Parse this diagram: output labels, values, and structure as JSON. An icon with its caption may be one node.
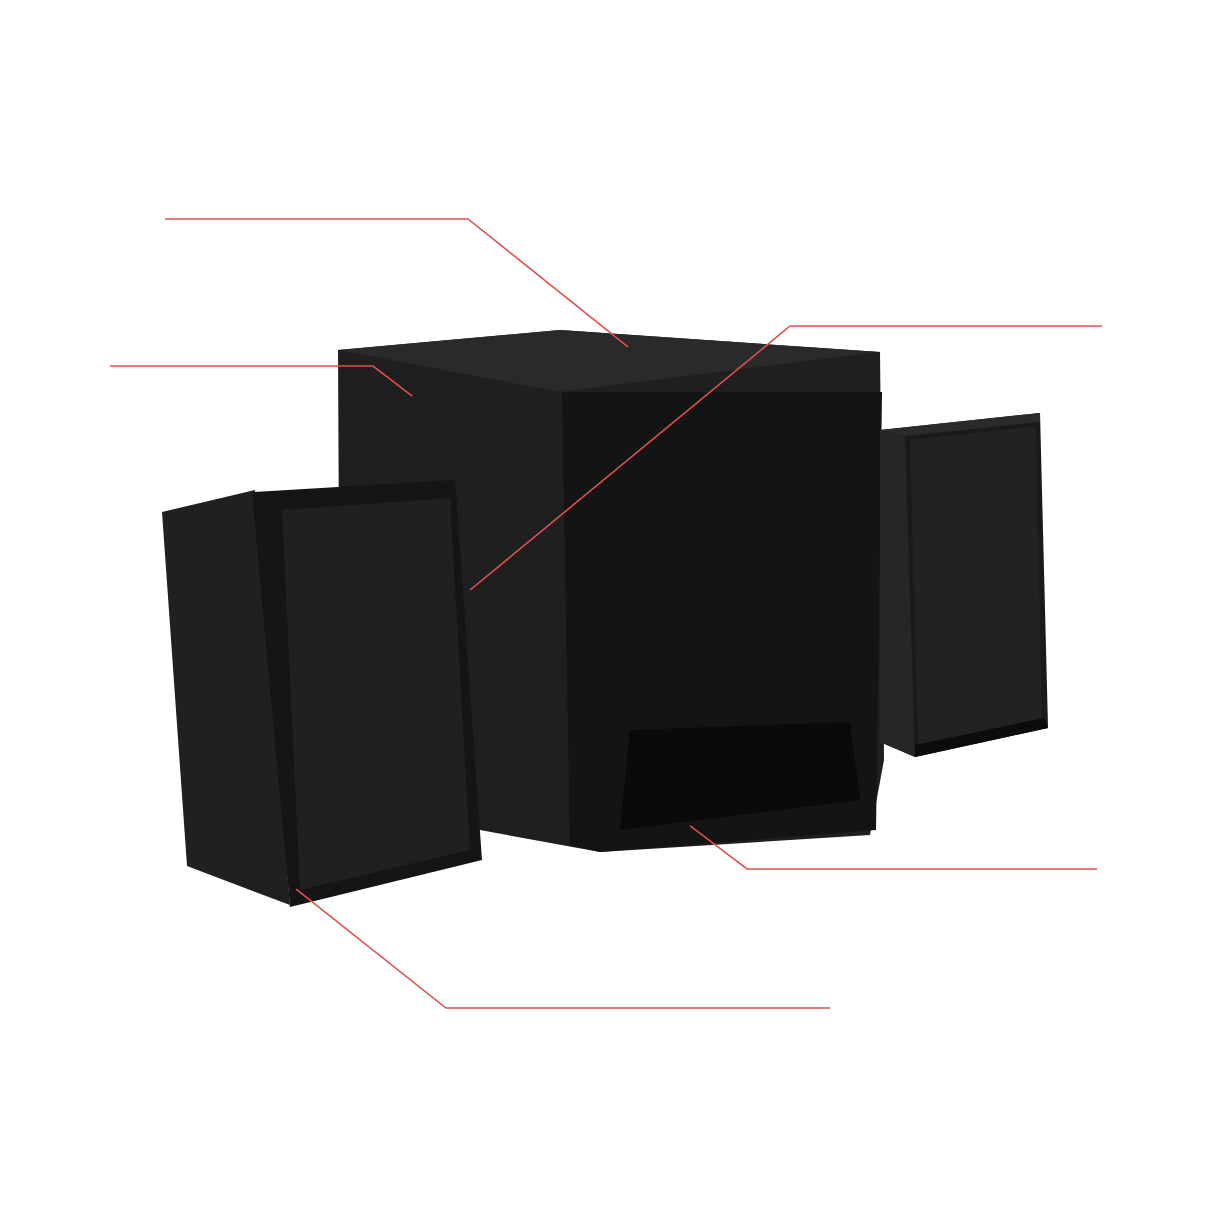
{
  "diagram": {
    "nodes": [
      {
        "text": [],
        "shape": "picture"
      },
      {
        "text": [],
        "shape": "picture"
      },
      {
        "text": [],
        "shape": "picture"
      }
    ],
    "edges": [
      {
        "from": null,
        "to": 0,
        "arrow": "none",
        "color": "#e05050"
      },
      {
        "from": null,
        "to": 0,
        "arrow": "none",
        "color": "#e05050"
      },
      {
        "from": null,
        "to": 0,
        "arrow": "none",
        "color": "#e05050"
      },
      {
        "from": null,
        "to": 0,
        "arrow": "none",
        "color": "#e05050"
      },
      {
        "from": null,
        "to": 1,
        "arrow": "none",
        "color": "#e05050"
      }
    ]
  }
}
